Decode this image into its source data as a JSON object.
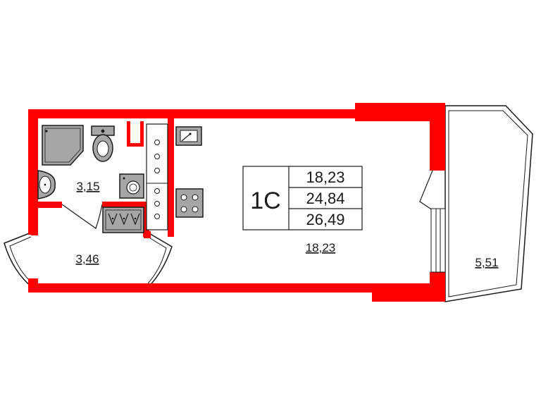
{
  "plan": {
    "type_label": "1С",
    "areas": {
      "living": "18,23",
      "total": "24,84",
      "total_with_balcony": "26,49"
    },
    "rooms": {
      "main_room": "18,23",
      "bathroom": "3,15",
      "hallway": "3,46",
      "balcony": "5,51"
    }
  },
  "colors": {
    "wall": "#ff0000",
    "line": "#1a1a1a",
    "fixture": "#a6a6a6",
    "background": "#ffffff"
  }
}
